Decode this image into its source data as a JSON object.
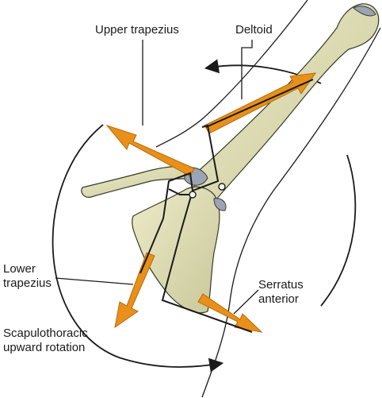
{
  "diagram": {
    "labels": {
      "upper_trapezius": "Upper trapezius",
      "deltoid": "Deltoid",
      "lower_trapezius": [
        "Lower",
        "trapezius"
      ],
      "serratus_anterior": [
        "Serratus",
        "anterior"
      ],
      "scapulothoracic_upward_rotation": [
        "Scapulothoracic",
        "upward rotation"
      ]
    },
    "colors": {
      "bone": "#dcdcb4",
      "bone_shadow": "#b9b98c",
      "muscle_arrow": "#e8901a",
      "muscle_arrow_dark": "#b86a0c",
      "cartilage": "#9aa4b4",
      "line": "#1a1a1a"
    }
  }
}
